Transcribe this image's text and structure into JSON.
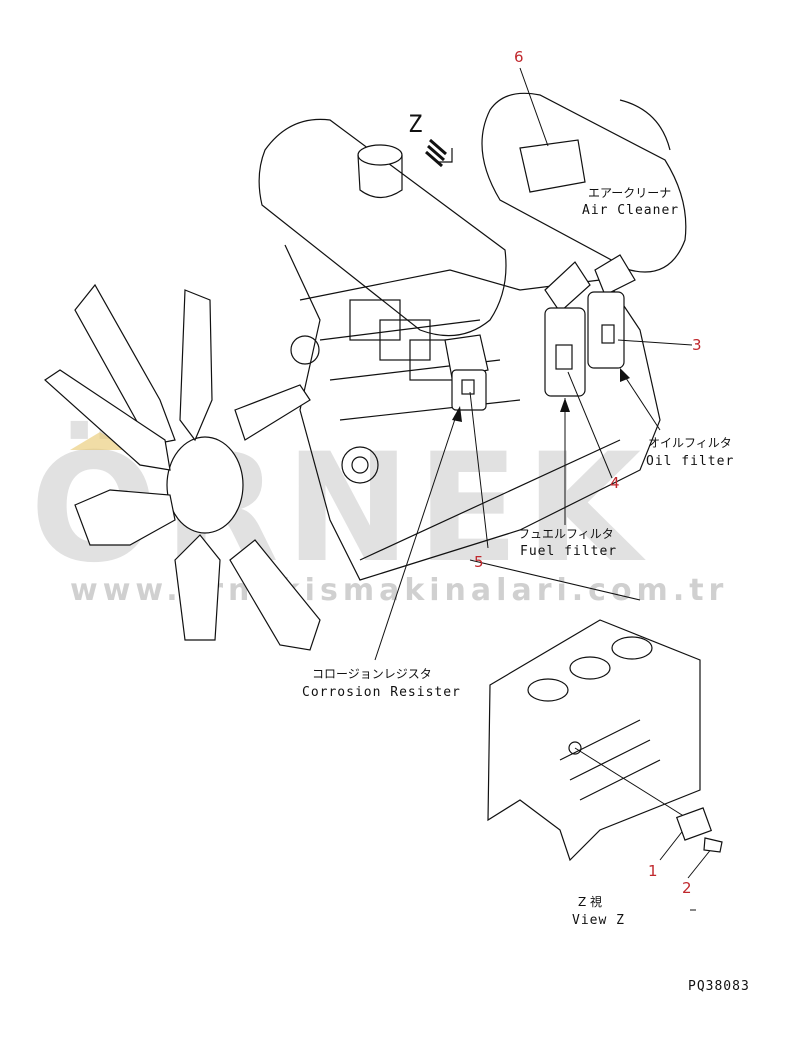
{
  "labels": {
    "view_letter": "Z",
    "air_cleaner_jp": "エアークリーナ",
    "air_cleaner_en": "Air Cleaner",
    "oil_filter_jp": "オイルフィルタ",
    "oil_filter_en": "Oil filter",
    "fuel_filter_jp": "フュエルフィルタ",
    "fuel_filter_en": "Fuel filter",
    "corrosion_jp": "コロージョンレジスタ",
    "corrosion_en": "Corrosion Resister",
    "view_z_jp": "Z 視",
    "view_z_en": "View Z",
    "drawing_code": "PQ38083"
  },
  "callouts": [
    "1",
    "2",
    "3",
    "4",
    "5",
    "6"
  ],
  "watermark": {
    "brand": "ÖRNEK",
    "url": "www.ornekismakinalari.com.tr"
  },
  "colors": {
    "callout": "#c0282d",
    "line": "#111111",
    "watermark": "#c9c9c9"
  }
}
